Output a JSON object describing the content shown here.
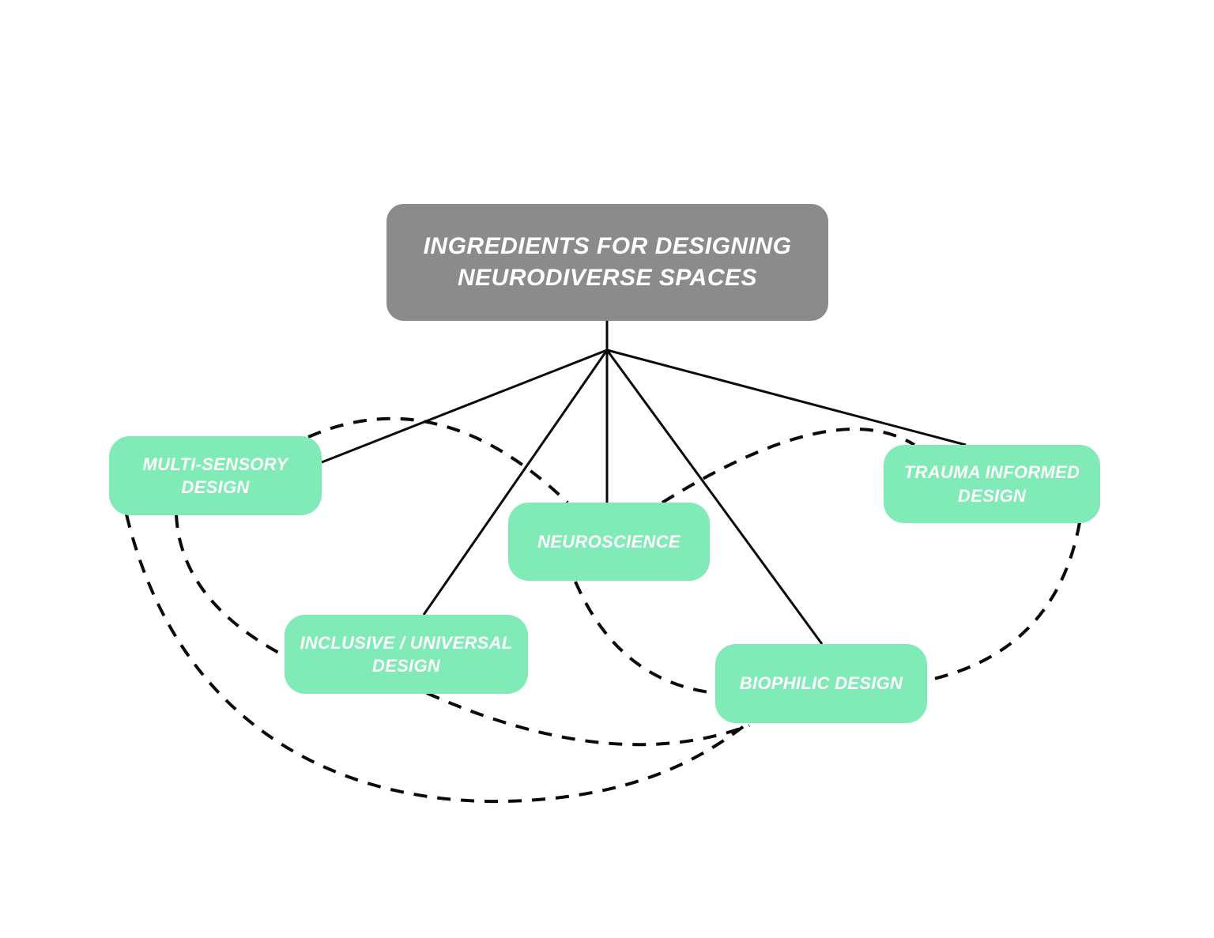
{
  "diagram": {
    "title": "INGREDIENTS FOR DESIGNING\nNEURODIVERSE SPACES",
    "nodes": [
      {
        "id": "multi-sensory-design",
        "label": "MULTI-SENSORY\nDESIGN"
      },
      {
        "id": "neuroscience",
        "label": "NEUROSCIENCE"
      },
      {
        "id": "trauma-informed-design",
        "label": "TRAUMA INFORMED\nDESIGN"
      },
      {
        "id": "inclusive-universal-design",
        "label": "INCLUSIVE / UNIVERSAL\nDESIGN"
      },
      {
        "id": "biophilic-design",
        "label": "BIOPHILIC DESIGN"
      }
    ],
    "edges": {
      "solid_from_title": [
        "multi-sensory-design",
        "inclusive-universal-design",
        "neuroscience",
        "biophilic-design",
        "trauma-informed-design"
      ],
      "dashed_links": [
        [
          "multi-sensory-design",
          "neuroscience"
        ],
        [
          "multi-sensory-design",
          "inclusive-universal-design"
        ],
        [
          "multi-sensory-design",
          "biophilic-design"
        ],
        [
          "inclusive-universal-design",
          "biophilic-design"
        ],
        [
          "neuroscience",
          "biophilic-design"
        ],
        [
          "neuroscience",
          "trauma-informed-design"
        ],
        [
          "trauma-informed-design",
          "biophilic-design"
        ]
      ]
    },
    "colors": {
      "node_fill": "#80EBB6",
      "title_fill": "#8B8B8B",
      "text": "#FFFFFF",
      "line": "#0A0A0A"
    }
  }
}
